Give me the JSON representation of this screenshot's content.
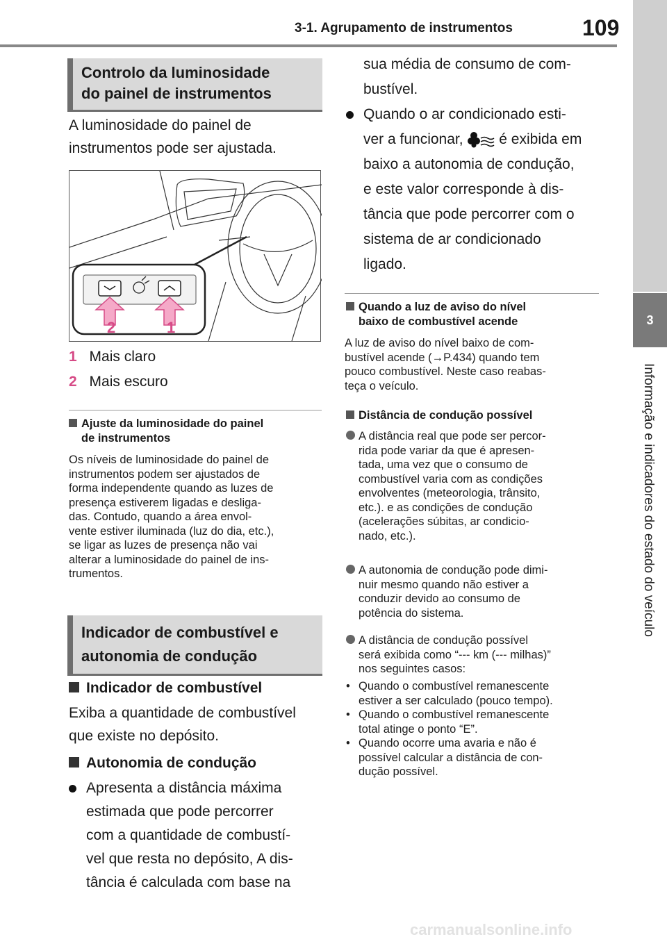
{
  "header": {
    "chapter_title": "3-1. Agrupamento de instrumentos",
    "page_number": "109"
  },
  "side_tab": {
    "chapter_number": "3",
    "chapter_name": "Informação e indicadores do estado do veículo"
  },
  "section1": {
    "heading_line1": "Controlo da luminosidade",
    "heading_line2": "do painel de instrumentos",
    "intro_line1": "A luminosidade do painel de",
    "intro_line2": "instrumentos pode ser ajustada.",
    "figure_labels": {
      "left": "2",
      "right": "1"
    },
    "items": [
      {
        "num": "1",
        "text": "Mais claro"
      },
      {
        "num": "2",
        "text": "Mais escuro"
      }
    ],
    "note_heading_line1": "Ajuste da luminosidade do painel",
    "note_heading_line2": "de instrumentos",
    "note_lines": [
      "Os níveis de luminosidade do painel de",
      "instrumentos podem ser ajustados de",
      "forma independente quando as luzes de",
      "presença estiverem ligadas e desliga-",
      "das. Contudo, quando a área envol-",
      "vente estiver iluminada (luz do dia, etc.),",
      "se ligar as luzes de presença não vai",
      "alterar a luminosidade do painel de ins-",
      "trumentos."
    ]
  },
  "section2": {
    "heading_line1": "Indicador de combustível e",
    "heading_line2": "autonomia de condução",
    "fuel_heading": "Indicador de combustível",
    "fuel_line1": "Exiba a quantidade de combustível",
    "fuel_line2": "que existe no depósito.",
    "range_heading": "Autonomia de condução",
    "range_lines": [
      "Apresenta a distância máxima",
      "estimada que pode percorrer",
      "com a quantidade de combustí-",
      "vel que resta no depósito, A dis-",
      "tância é calculada com base na"
    ]
  },
  "right_column": {
    "cont_line1": "sua média de consumo de com-",
    "cont_line2": "bustível.",
    "ac_line1": "Quando o ar condicionado esti-",
    "ac_line2a": "ver a funcionar,",
    "ac_line2b": "é exibida em",
    "ac_line3": "baixo a autonomia de condução,",
    "ac_line4": "e este valor corresponde à dis-",
    "ac_line5": "tância que pode percorrer com o",
    "ac_line6": "sistema de ar condicionado",
    "ac_line7": "ligado.",
    "warn_heading_line1": "Quando a luz de aviso do nível",
    "warn_heading_line2": "baixo de combustível acende",
    "warn_lines": [
      "A luz de aviso do nível baixo de com-",
      "bustível acende (→P.434) quando tem",
      "pouco combustível. Neste caso reabas-",
      "teça o veículo."
    ],
    "dist_heading": "Distância de condução possível",
    "dist_bullet1": [
      "A distância real que pode ser percor-",
      "rida pode variar da que é apresen-",
      "tada, uma vez que o consumo de",
      "combustível varia com as condições",
      "envolventes (meteorologia, trânsito,",
      "etc.). e as condições de condução",
      "(acelerações súbitas, ar condicio-",
      "nado, etc.)."
    ],
    "dist_bullet2": [
      "A autonomia de condução pode dimi-",
      "nuir mesmo quando não estiver a",
      "conduzir devido ao consumo de",
      "potência do sistema."
    ],
    "dist_bullet3": [
      "A distância de condução possível",
      "será exibida como “--- km (--- milhas)”",
      "nos seguintes casos:"
    ],
    "dist_sub": [
      {
        "l1": "Quando o combustível remanescente",
        "l2": "estiver a ser calculado (pouco tempo)."
      },
      {
        "l1": "Quando o combustível remanescente",
        "l2": "total atinge o ponto “E”."
      },
      {
        "l1": "Quando ocorre uma avaria e não é",
        "l2": "possível calcular a distância de con-",
        "l3": "dução possível."
      }
    ]
  },
  "footer": {
    "watermark": "carmanualsonline.info"
  }
}
